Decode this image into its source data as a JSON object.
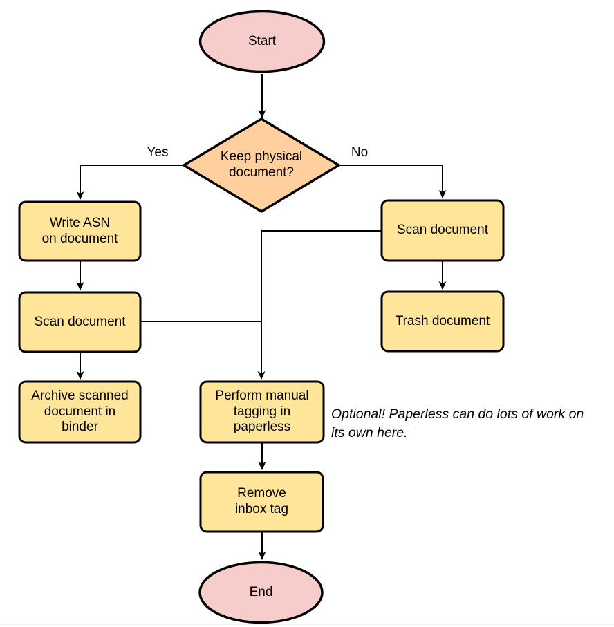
{
  "palette": {
    "terminator_fill": "#f7cdcb",
    "decision_fill": "#ffcf9e",
    "process_fill": "#ffe59a",
    "stroke": "#000000",
    "background": "#ffffff"
  },
  "flowchart": {
    "nodes": {
      "start": "Start",
      "decision": "Keep physical\ndocument?",
      "write_asn": "Write ASN\non document",
      "scan_left": "Scan document",
      "archive": "Archive scanned\ndocument in\nbinder",
      "scan_right": "Scan document",
      "trash": "Trash document",
      "perform_tagging": "Perform manual\ntagging in\npaperless",
      "remove_inbox": "Remove\ninbox tag",
      "end": "End"
    },
    "edge_labels": {
      "yes": "Yes",
      "no": "No"
    },
    "note": "Optional! Paperless can do lots of work on\nits own here."
  }
}
